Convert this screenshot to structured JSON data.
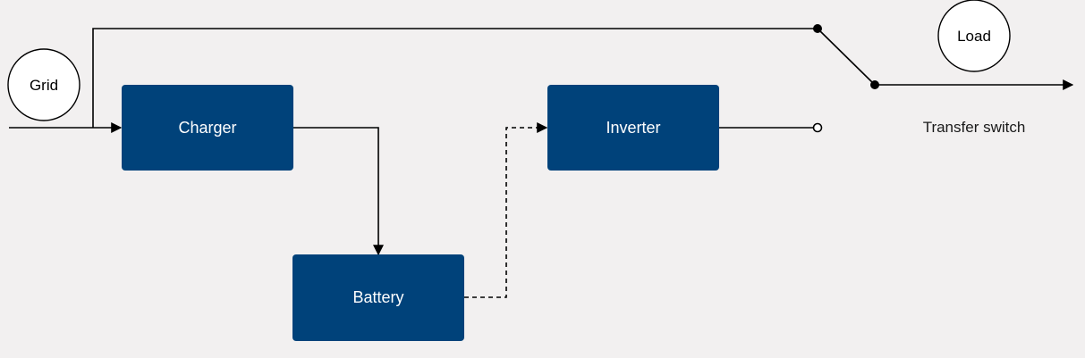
{
  "nodes": {
    "grid": {
      "label": "Grid"
    },
    "load": {
      "label": "Load"
    },
    "charger": {
      "label": "Charger"
    },
    "inverter": {
      "label": "Inverter"
    },
    "battery": {
      "label": "Battery"
    }
  },
  "labels": {
    "transfer_switch": "Transfer switch"
  },
  "colors": {
    "box_fill": "#00427a",
    "line": "#000000",
    "background": "#f2f0f0"
  }
}
